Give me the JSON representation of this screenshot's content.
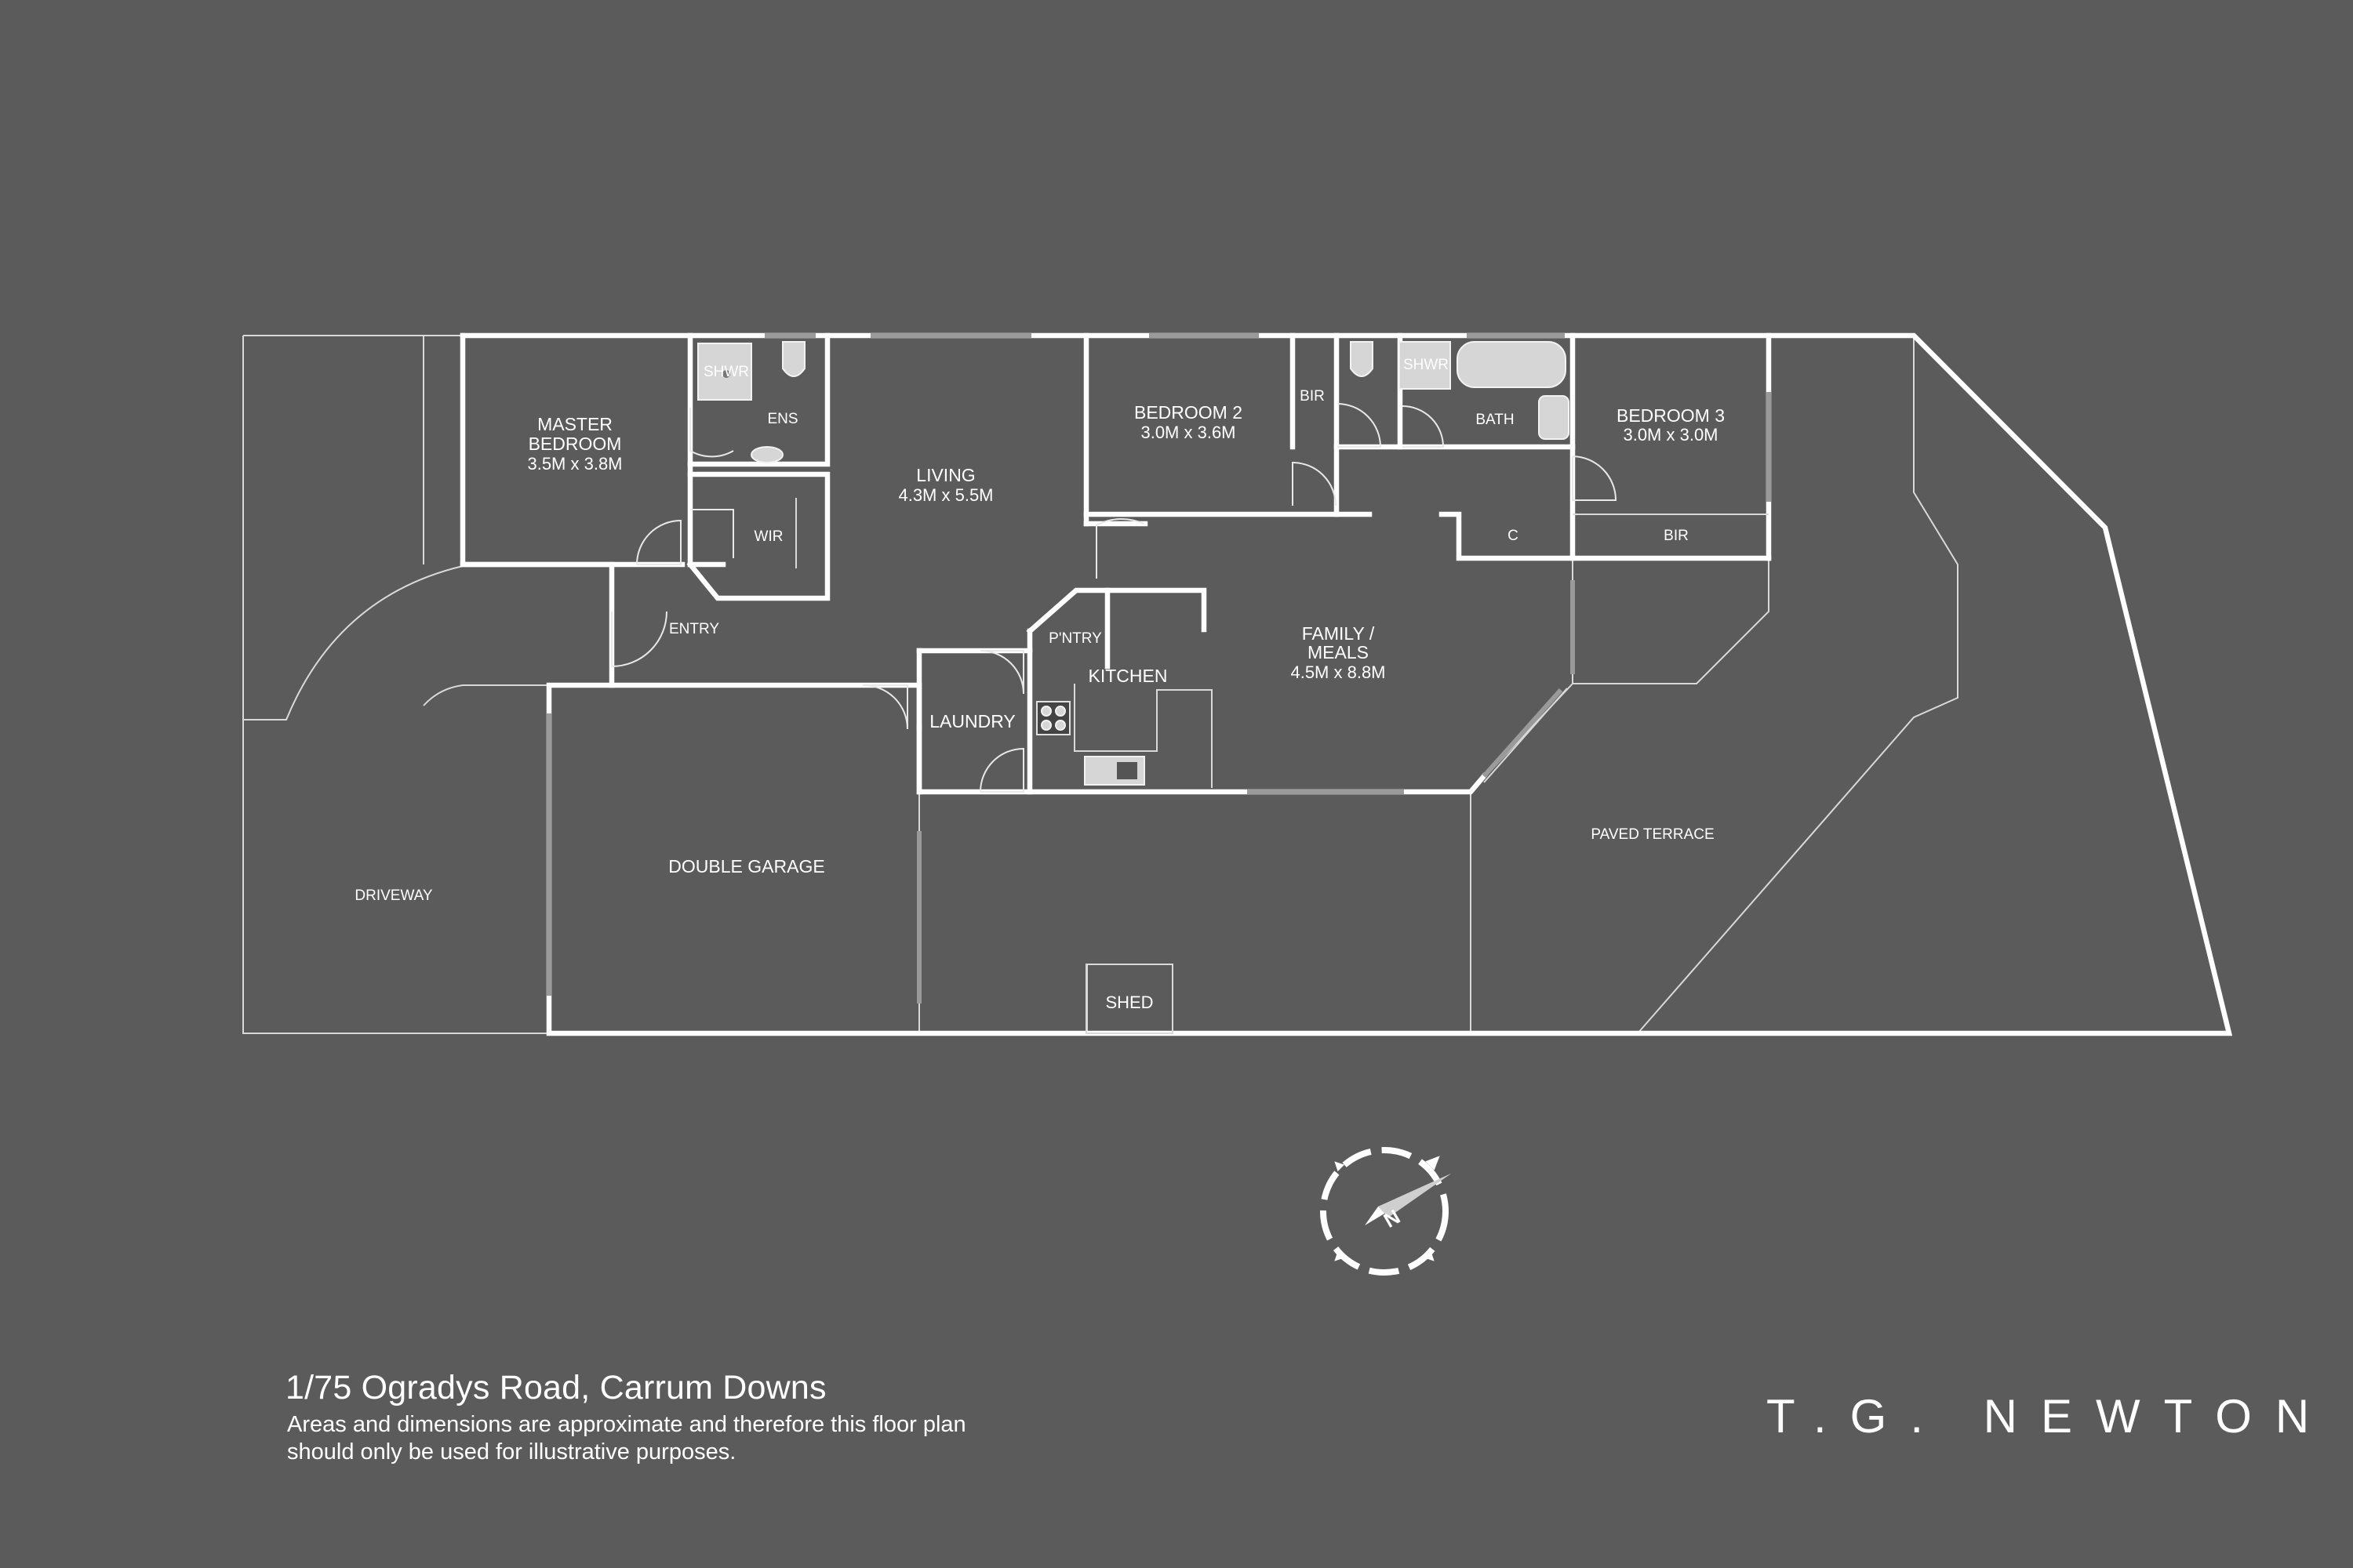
{
  "rooms": {
    "master_bedroom": {
      "name_line1": "MASTER",
      "name_line2": "BEDROOM",
      "dims": "3.5M x 3.8M"
    },
    "shower_ens": "SHWR",
    "ens": "ENS",
    "wir": "WIR",
    "living": {
      "name": "LIVING",
      "dims": "4.3M x 5.5M"
    },
    "bedroom2": {
      "name": "BEDROOM 2",
      "dims": "3.0M x 3.6M"
    },
    "bir_bed2": "BIR",
    "shower_bath": "SHWR",
    "bath": "BATH",
    "bedroom3": {
      "name": "BEDROOM 3",
      "dims": "3.0M x 3.0M"
    },
    "cupboard": "C",
    "bir_bed3": "BIR",
    "entry": "ENTRY",
    "pantry": "P'NTRY",
    "kitchen": "KITCHEN",
    "family": {
      "name_line1": "FAMILY /",
      "name_line2": "MEALS",
      "dims": "4.5M x 8.8M"
    },
    "laundry": "LAUNDRY",
    "double_garage": "DOUBLE GARAGE",
    "driveway": "DRIVEWAY",
    "paved_terrace": "PAVED TERRACE",
    "shed": "SHED"
  },
  "compass": {
    "icon": "compass-north-icon",
    "letter": "N"
  },
  "address": "1/75 Ogradys Road, Carrum Downs",
  "disclaimer": "Areas and dimensions are approximate and therefore this floor plan should only be used for illustrative purposes.",
  "brand": "T.G. NEWTON",
  "colors": {
    "background": "#5b5b5b",
    "walls": "#ffffff"
  }
}
